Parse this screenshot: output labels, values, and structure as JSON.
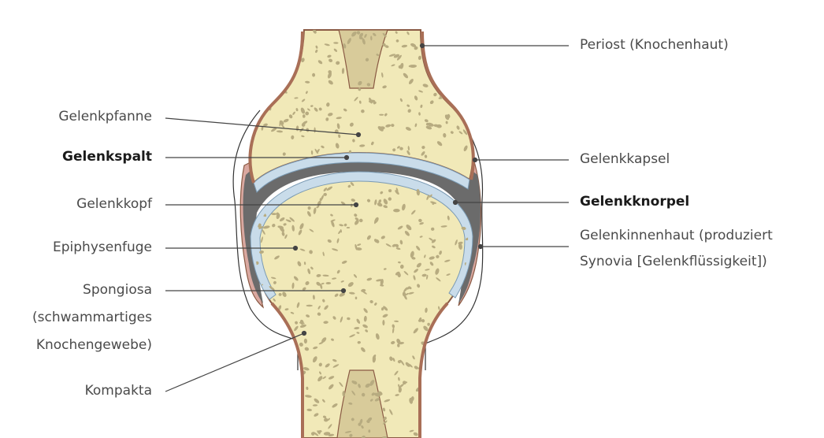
{
  "colors": {
    "bone": "#f1e9b8",
    "bone_outline": "#8a5a44",
    "periosteum": "#a96f57",
    "capsule_pink": "#d9a8a0",
    "cartilage_blue": "#c9dcea",
    "joint_space": "#6b6b6b",
    "marrow": "#d8cb9a",
    "pores": "#b7ab80",
    "leader": "#444444",
    "text": "#4a4a4a"
  },
  "labels_left": [
    {
      "id": "gelenkpfanne",
      "text": "Gelenkpfanne",
      "bold": false
    },
    {
      "id": "gelenkspalt",
      "text": "Gelenkspalt",
      "bold": true
    },
    {
      "id": "gelenkkopf",
      "text": "Gelenkkopf",
      "bold": false
    },
    {
      "id": "epiphysenfuge",
      "text": "Epiphysenfuge",
      "bold": false
    },
    {
      "id": "spongiosa_1",
      "text": "Spongiosa",
      "bold": false
    },
    {
      "id": "spongiosa_2",
      "text": "(schwammartiges",
      "bold": false
    },
    {
      "id": "spongiosa_3",
      "text": "Knochengewebe)",
      "bold": false
    },
    {
      "id": "kompakta",
      "text": "Kompakta",
      "bold": false
    }
  ],
  "labels_right": [
    {
      "id": "periost",
      "text": "Periost (Knochenhaut)",
      "bold": false
    },
    {
      "id": "gelenkkapsel",
      "text": "Gelenkkapsel",
      "bold": false
    },
    {
      "id": "gelenkknorpel",
      "text": "Gelenkknorpel",
      "bold": true
    },
    {
      "id": "gelenkinnenhaut_1",
      "text": "Gelenkinnenhaut (produziert",
      "bold": false
    },
    {
      "id": "gelenkinnenhaut_2",
      "text": "Synovia [Gelenkflüssigkeit])",
      "bold": false
    }
  ]
}
